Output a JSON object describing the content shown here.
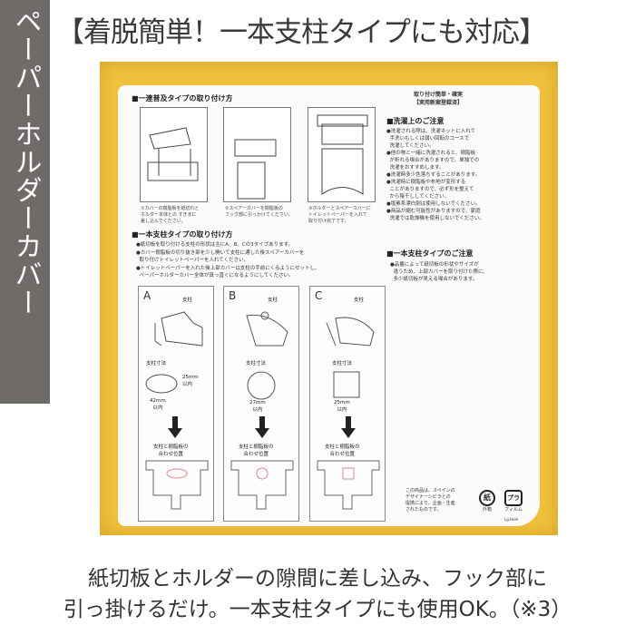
{
  "sidebar": {
    "label": "ペーパーホルダーカバー"
  },
  "title": "【着脱簡単！一本支柱タイプにも対応】",
  "package": {
    "section1_heading": "■一連普及タイプの取り付け方",
    "steps": [
      "①カバーの樹脂板を紙切れと\nホルダー本体との すきまに\n差し込んでください。",
      "②スペアーカバーを樹脂板の\nフック部に引っかけてください。",
      "③ホルダーとスペアーカバーに\nトイレットペーパーを入れて\n取り付け完了です。"
    ],
    "section2_heading": "■一本支柱タイプの取り付け方",
    "section2_notes": [
      "●紙切板を取り付ける支柱の形状は主にA、B、Cの3タイプあります。",
      "●カバー樹脂板の切り抜き部を少し開いて支柱に通した後スペアーカバーを\n  取り付けトイレットペーパーを入れてください。",
      "●トイレットペーパーを入れた後上部カバーは支柱の手前にくるようにセットし、\n  ペーパーホルダーカバー全体が真っ直ぐになるようにしてください。"
    ],
    "right_header": [
      "取り付け簡単・確実",
      "【実用新案登録済】"
    ],
    "wash_heading": "■洗濯上のご注意",
    "wash_notes": "●洗濯される際は、洗濯ネットに入れて\n  手洗いもしくは弱い回転のコースで\n  洗濯してください。\n●他の物と一緒に洗濯されると、樹脂板\n  が折れる場合がありますので、単独での\n  洗濯をおすすめします。\n●洗濯時多少色落ちすることがあります。\n●洗濯時に樹脂板や布地が変形する\n  ことがありますので、必ず形を整えて\n  から陰干ししてください。\n●塩素系漂白剤は使用しないでください。\n●商品が縮む可能性がありますので、家庭\n  洗濯では乾燥機を使用しないでください。",
    "single_heading": "■一本支柱タイプのご注意",
    "single_notes": "●品番によって紙切板の形状やサイズが\n  違うため、上部カバーを取り付けた際に、\n  多少紙切板が見える場合があります。",
    "types": [
      {
        "letter": "A",
        "post": "支柱",
        "dim_label": "支柱寸法",
        "dims": [
          "25mm\n以内",
          "42mm\n以内"
        ],
        "align": "支柱と樹脂板の\n合わせ位置"
      },
      {
        "letter": "B",
        "post": "支柱",
        "dim_label": "支柱寸法",
        "dims": [
          "27mm\n以内"
        ],
        "align": "支柱と樹脂板の\n合わせ位置"
      },
      {
        "letter": "C",
        "post": "支柱",
        "dim_label": "支柱寸法",
        "dims": [
          "25mm\n以内"
        ],
        "align": "支柱と樹脂板の\n合わせ位置"
      }
    ],
    "designer_note": "この商品は、スペインの\nデザイナーシビラとの\n提携により、企画・生産\nされたものです。",
    "recycle_marks": [
      {
        "symbol": "紙",
        "label": "外箱"
      },
      {
        "symbol": "プラ",
        "label": "フィルム"
      }
    ],
    "code": "Lg.Hole"
  },
  "footer": {
    "line1": "紙切板とホルダーの隙間に差し込み、フック部に",
    "line2": "引っ掛けるだけ。一本支柱タイプにも使用OK。（※3）"
  }
}
